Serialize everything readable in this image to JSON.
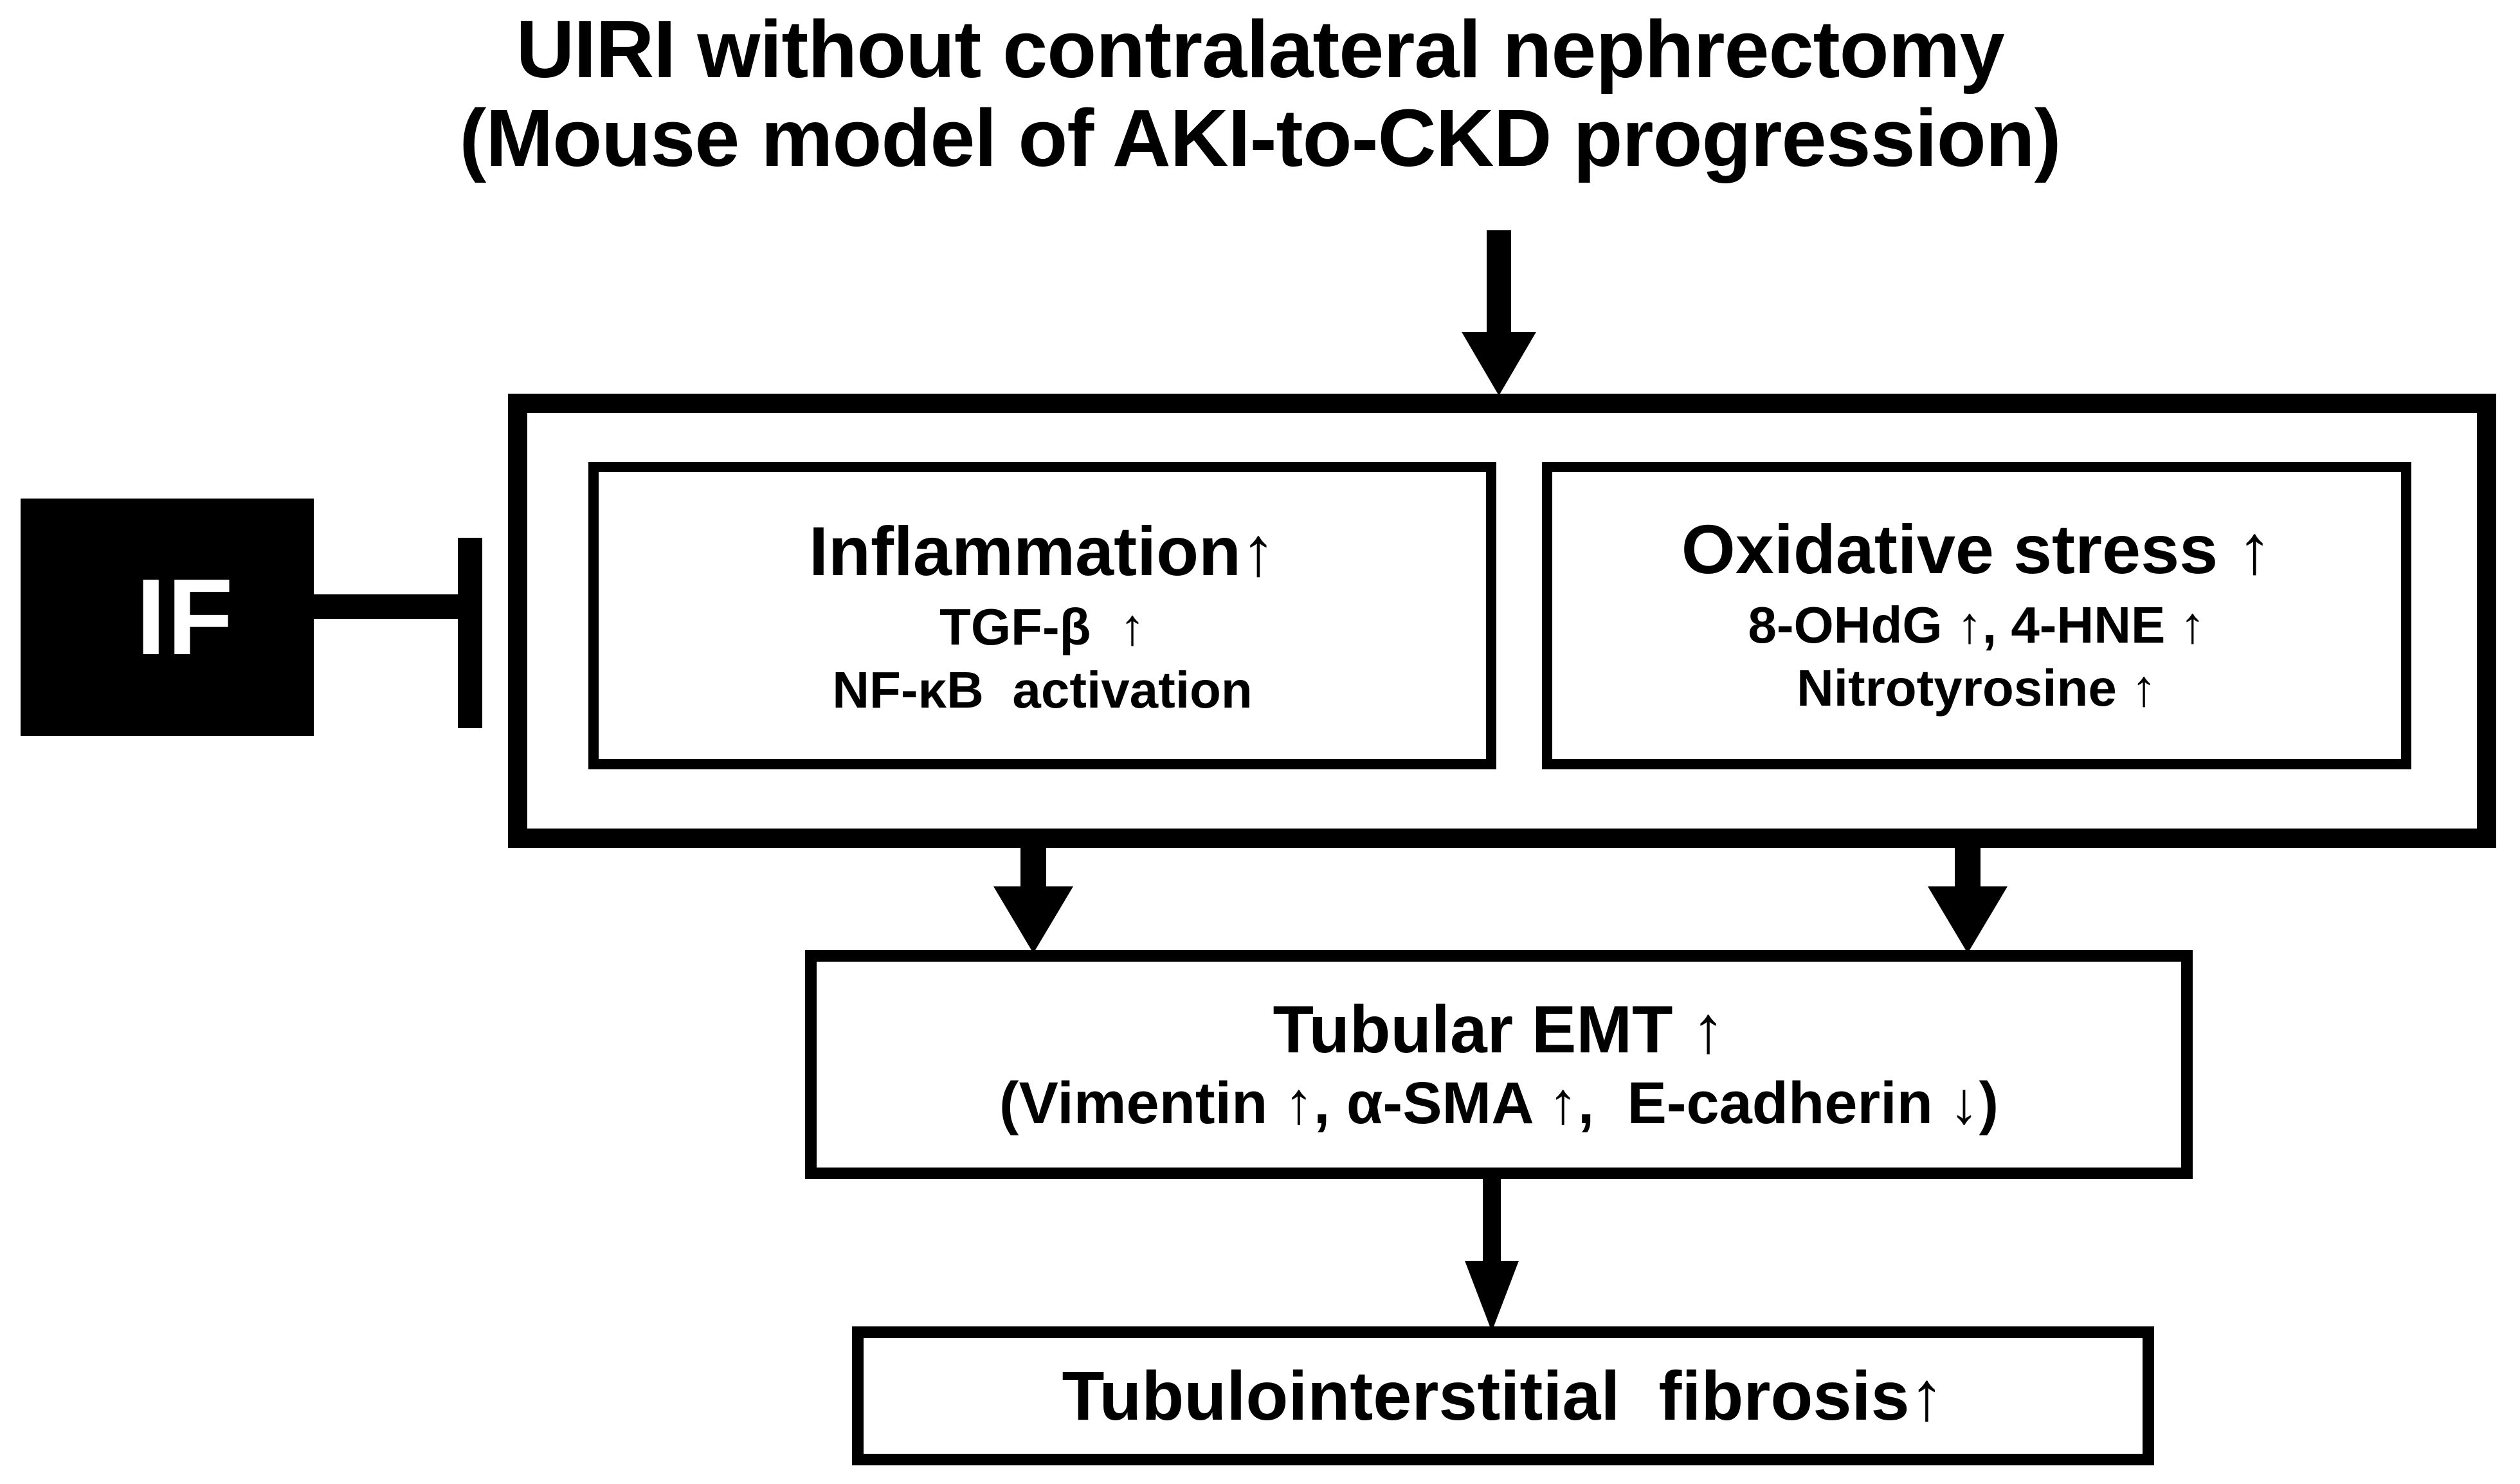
{
  "title": {
    "line1": "UIRI without contralateral nephrectomy",
    "line2": "(Mouse model of AKI-to-CKD progression)"
  },
  "inhibitor_node": {
    "label": "IF",
    "shape": "filled-black-square",
    "connector": "inhibition-tbar",
    "target": "inflammation-box",
    "fill_color": "#000000",
    "text_color": "#ffffff"
  },
  "outer_container": {
    "name": "injury-response-container",
    "border_color": "#000000"
  },
  "inflammation_box": {
    "heading": "Inflammation↑",
    "line2": "TGF-β  ↑",
    "line3": "NF-κB  activation"
  },
  "oxidative_box": {
    "heading": "Oxidative stress ↑",
    "line2": "8-OHdG ↑, 4-HNE ↑",
    "line3": "Nitrotyrosine ↑"
  },
  "emt_box": {
    "heading": "Tubular EMT ↑",
    "line2": "(Vimentin ↑, α-SMA ↑,  E-cadherin ↓)"
  },
  "fibrosis_box": {
    "heading": "Tubulointerstitial  fibrosis↑"
  },
  "arrows": [
    {
      "name": "title-to-container",
      "from": "title",
      "to": "outer-container",
      "direction": "down",
      "style": "thick-block"
    },
    {
      "name": "inflammation-to-emt",
      "from": "inflammation-box",
      "to": "emt-box",
      "direction": "down",
      "style": "thick-block"
    },
    {
      "name": "oxidative-to-emt",
      "from": "oxidative-box",
      "to": "emt-box",
      "direction": "down",
      "style": "thick-block"
    },
    {
      "name": "emt-to-fibrosis",
      "from": "emt-box",
      "to": "fibrosis-box",
      "direction": "down",
      "style": "thin-block"
    }
  ],
  "colors": {
    "stroke": "#000000",
    "background": "#ffffff"
  }
}
